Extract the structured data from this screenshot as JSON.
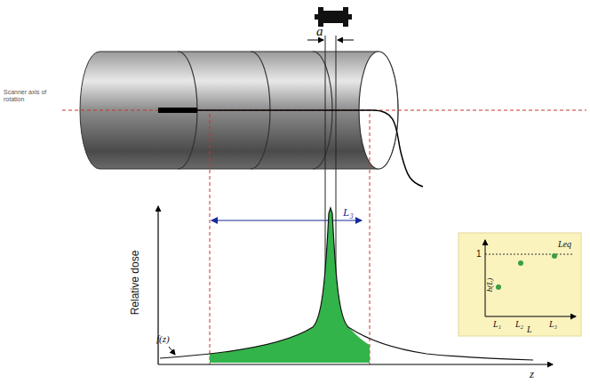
{
  "diagram": {
    "labels": [
      "a",
      "Scanner axis of rotation",
      "L₃",
      "Relative dose",
      "f(z)",
      "z",
      "h(L)",
      "1",
      "Leq",
      "L₁",
      "L₂",
      "L₃",
      "L"
    ]
  }
}
